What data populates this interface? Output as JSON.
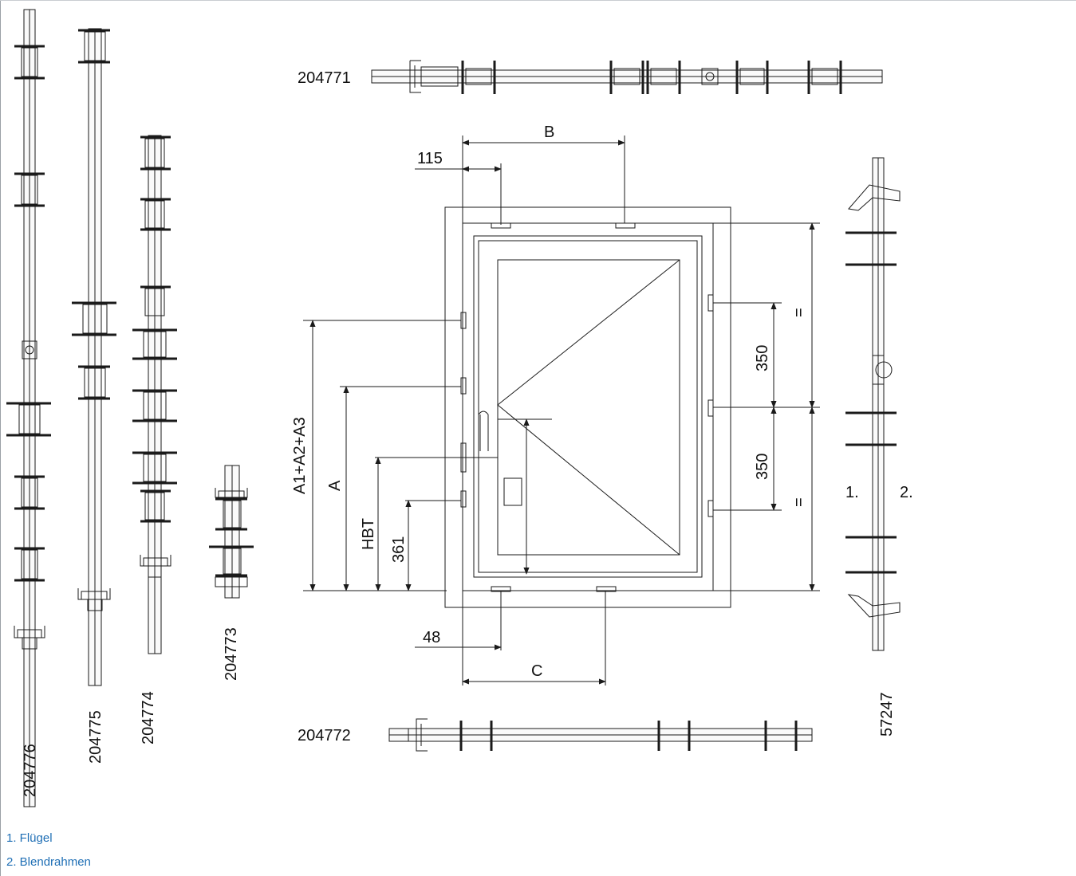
{
  "labels": {
    "part_204771": "204771",
    "part_204772": "204772",
    "part_204773": "204773",
    "part_204774": "204774",
    "part_204775": "204775",
    "part_204776": "204776",
    "part_57247": "57247",
    "dim_b": "B",
    "dim_c": "C",
    "dim_a": "A",
    "dim_a_sum": "A1+A2+A3",
    "dim_hbt": "HBT",
    "dim_361": "361",
    "dim_115": "115",
    "dim_48": "48",
    "dim_350_top": "350",
    "dim_350_bottom": "350",
    "equal_top": "=",
    "equal_bottom": "=",
    "marker_1": "1.",
    "marker_2": "2."
  },
  "legend": {
    "item1": "1. Flügel",
    "item2": "2. Blendrahmen"
  },
  "colors": {
    "line": "#1a1a1a",
    "legend_text": "#1f6fb5"
  }
}
